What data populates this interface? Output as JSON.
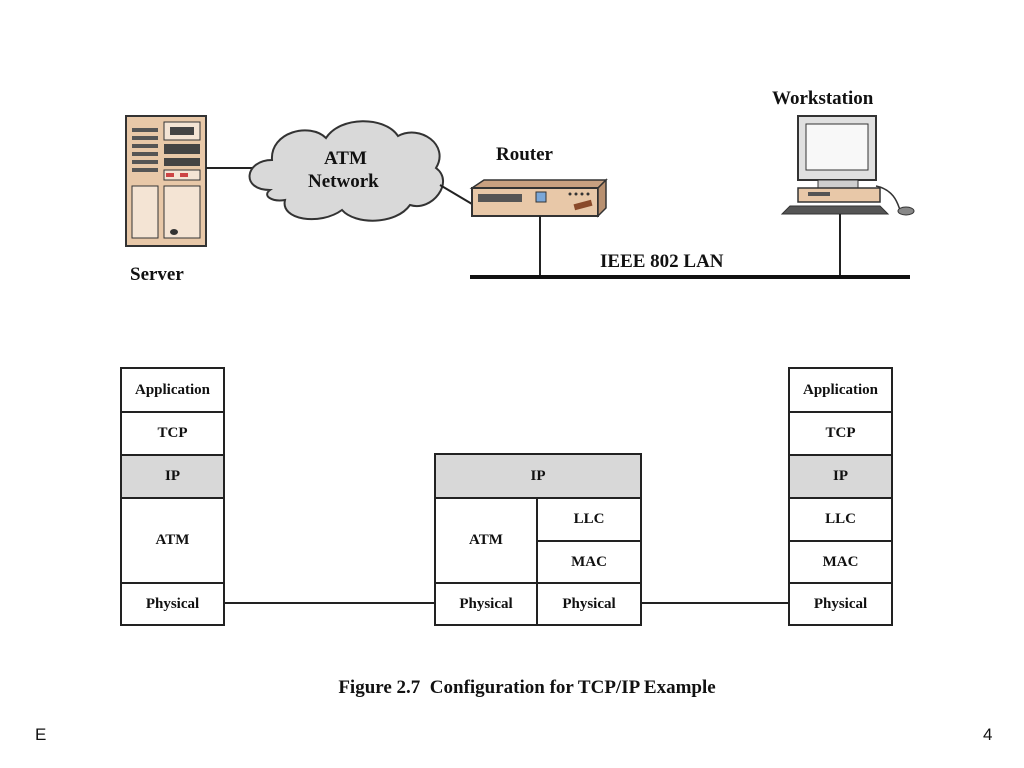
{
  "network": {
    "server_label": "Server",
    "cloud_label_line1": "ATM",
    "cloud_label_line2": "Network",
    "router_label": "Router",
    "workstation_label": "Workstation",
    "lan_label": "IEEE 802 LAN"
  },
  "stacks": {
    "left": {
      "application": "Application",
      "tcp": "TCP",
      "ip": "IP",
      "atm": "ATM",
      "physical": "Physical"
    },
    "middle": {
      "ip": "IP",
      "atm": "ATM",
      "llc": "LLC",
      "mac": "MAC",
      "physical_left": "Physical",
      "physical_right": "Physical"
    },
    "right": {
      "application": "Application",
      "tcp": "TCP",
      "ip": "IP",
      "llc": "LLC",
      "mac": "MAC",
      "physical": "Physical"
    }
  },
  "caption": "Figure 2.7  Configuration for TCP/IP Example",
  "footer": {
    "left": "E",
    "page_number": "4"
  },
  "colors": {
    "ip_shade": "#d8d8d8",
    "device_beige": "#e8c8a8",
    "cloud_fill": "#d9d9d9"
  }
}
